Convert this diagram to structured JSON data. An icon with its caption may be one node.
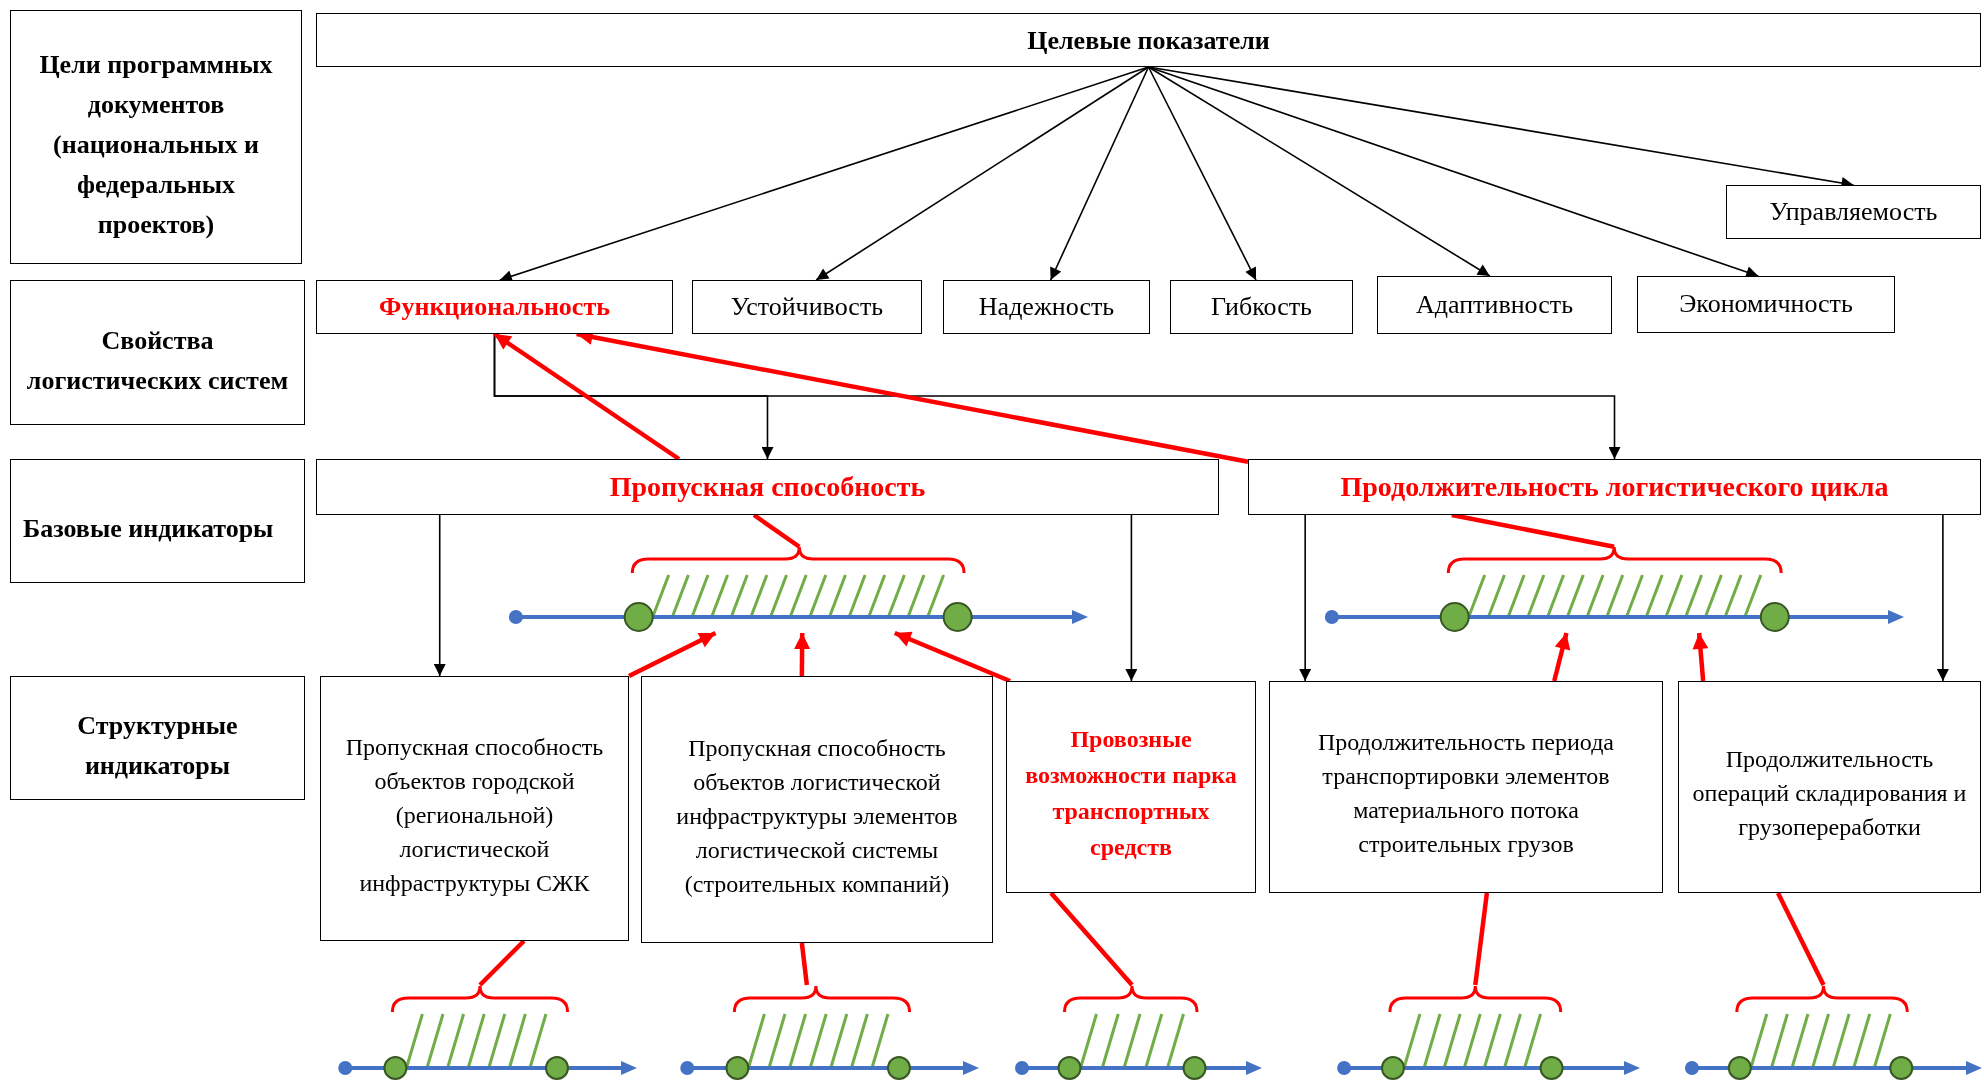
{
  "diagram": {
    "nodes": [
      {
        "text": [
          "Цели программных документов (национальных и федеральных проектов)"
        ]
      },
      {
        "text": [
          "Свойства логистических систем"
        ]
      },
      {
        "text": [
          "Базовые индикаторы"
        ]
      },
      {
        "text": [
          "Структурные индикаторы"
        ]
      },
      {
        "text": [
          "Целевые показатели"
        ]
      },
      {
        "text": [
          "Управляемость"
        ]
      },
      {
        "text": [
          "Функциональность"
        ]
      },
      {
        "text": [
          "Устойчивость"
        ]
      },
      {
        "text": [
          "Надежность"
        ]
      },
      {
        "text": [
          "Гибкость"
        ]
      },
      {
        "text": [
          "Адаптивность"
        ]
      },
      {
        "text": [
          "Экономичность"
        ]
      },
      {
        "text": [
          "Пропускная способность"
        ]
      },
      {
        "text": [
          "Продолжительность логистического цикла"
        ]
      },
      {
        "text": [],
        "shape": "picture"
      },
      {
        "text": [],
        "shape": "picture"
      },
      {
        "text": [
          "Пропускная способность объектов городской (региональной) логистической инфраструктуры СЖК"
        ]
      },
      {
        "text": [
          "Пропускная способность объектов логистической инфраструктуры элементов логистической системы (строительных компаний)"
        ]
      },
      {
        "text": [
          "Провозные возможности парка транспортных средств"
        ]
      },
      {
        "text": [
          "Продолжительность периода транспортировки элементов материального потока строительных грузов"
        ]
      },
      {
        "text": [
          "Продолжительность операций складирования и грузопереработки"
        ]
      },
      {
        "text": [],
        "shape": "picture"
      },
      {
        "text": [],
        "shape": "picture"
      },
      {
        "text": [],
        "shape": "picture"
      },
      {
        "text": [],
        "shape": "picture"
      },
      {
        "text": [],
        "shape": "picture"
      }
    ],
    "edges": [
      {
        "from": 4,
        "to": 6,
        "arrow": "to",
        "color": "#000000"
      },
      {
        "from": 4,
        "to": 7,
        "arrow": "to",
        "color": "#000000"
      },
      {
        "from": 4,
        "to": 8,
        "arrow": "to",
        "color": "#000000"
      },
      {
        "from": 4,
        "to": 9,
        "arrow": "to",
        "color": "#000000"
      },
      {
        "from": 4,
        "to": 10,
        "arrow": "to",
        "color": "#000000"
      },
      {
        "from": 4,
        "to": 11,
        "arrow": "to",
        "color": "#000000"
      },
      {
        "from": 4,
        "to": 5,
        "arrow": "to",
        "color": "#000000"
      },
      {
        "from": 6,
        "to": 12,
        "arrow": "to",
        "color": "#000000"
      },
      {
        "from": 6,
        "to": 13,
        "arrow": "to",
        "color": "#000000"
      },
      {
        "from": 12,
        "to": 16,
        "arrow": "to",
        "color": "#000000"
      },
      {
        "from": 12,
        "to": 18,
        "arrow": "to",
        "color": "#000000"
      },
      {
        "from": 13,
        "to": 19,
        "arrow": "to",
        "color": "#000000"
      },
      {
        "from": 13,
        "to": 20,
        "arrow": "to",
        "color": "#000000"
      },
      {
        "from": 12,
        "to": 6,
        "arrow": "to"
      },
      {
        "from": 14,
        "to": 12,
        "arrow": "none"
      },
      {
        "from": 13,
        "to": 6,
        "arrow": "to"
      },
      {
        "from": 15,
        "to": 13,
        "arrow": "none"
      },
      {
        "from": 16,
        "to": 14,
        "arrow": "to"
      },
      {
        "from": 16,
        "to": 21,
        "arrow": "none"
      },
      {
        "from": 17,
        "to": 14,
        "arrow": "to"
      },
      {
        "from": 17,
        "to": 22,
        "arrow": "none"
      },
      {
        "from": 18,
        "to": 14,
        "arrow": "to"
      },
      {
        "from": 18,
        "to": 23,
        "arrow": "none"
      },
      {
        "from": 19,
        "to": 15,
        "arrow": "to"
      },
      {
        "from": 19,
        "to": 24,
        "arrow": "none"
      },
      {
        "from": 20,
        "to": 15,
        "arrow": "to"
      },
      {
        "from": 20,
        "to": 25,
        "arrow": "none"
      }
    ]
  }
}
